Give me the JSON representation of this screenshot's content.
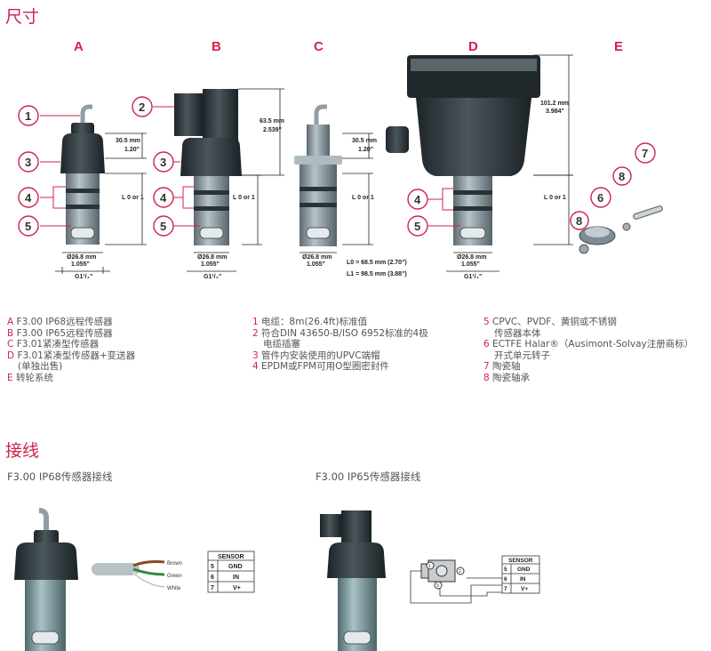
{
  "section1_title": "尺寸",
  "section2_title": "接线",
  "columns": [
    "A",
    "B",
    "C",
    "D",
    "E"
  ],
  "callouts": {
    "c1": "1",
    "c2": "2",
    "c3": "3",
    "c4": "4",
    "c5": "5",
    "c6": "6",
    "c7": "7",
    "c8": "8"
  },
  "dims": {
    "cable_h_mm": "30.5 mm",
    "cable_h_in": "1.20\"",
    "plug_h_mm": "63.5 mm",
    "plug_h_in": "2.539\"",
    "d_h_mm": "101.2 mm",
    "d_h_in": "3.984\"",
    "l_label": "L 0 or 1",
    "dia_mm": "Ø26.8 mm",
    "dia_in": "1.055\"",
    "thread": "G1¹/₄\"",
    "l0": "L0 = 68.5 mm (2.70\")",
    "l1": "L1 = 98.5 mm (3.88\")"
  },
  "legend_col1": [
    {
      "n": "A",
      "t": "F3.00 IP68远程传感器"
    },
    {
      "n": "B",
      "t": "F3.00 IP65远程传感器"
    },
    {
      "n": "C",
      "t": "F3.01紧凑型传感器"
    },
    {
      "n": "D",
      "t": "F3.01紧凑型传感器+变送器"
    },
    {
      "n": "",
      "t": "(单独出售)"
    },
    {
      "n": "E",
      "t": "转轮系统"
    }
  ],
  "legend_col2": [
    {
      "n": "1",
      "t": "电缆：8m(26.4ft)标准值"
    },
    {
      "n": "2",
      "t": "符合DIN 43650-B/ISO 6952标准的4极"
    },
    {
      "n": "",
      "t": "电缆插塞"
    },
    {
      "n": "3",
      "t": "管件内安装使用的UPVC端帽"
    },
    {
      "n": "4",
      "t": "EPDM或FPM可用O型圈密封件"
    }
  ],
  "legend_col3": [
    {
      "n": "5",
      "t": "CPVC、PVDF、黄铜或不锈钢"
    },
    {
      "n": "",
      "t": "传感器本体"
    },
    {
      "n": "6",
      "t": "ECTFE Halar®（Ausimont-Solvay注册商标）"
    },
    {
      "n": "",
      "t": "开式单元转子"
    },
    {
      "n": "7",
      "t": "陶瓷轴"
    },
    {
      "n": "8",
      "t": "陶瓷轴承"
    }
  ],
  "wiring_left_title": "F3.00 IP68传感器接线",
  "wiring_right_title": "F3.00 IP65传感器接线",
  "wires": {
    "brown": "Brown",
    "green": "Green",
    "white": "White"
  },
  "sensor_table": {
    "header": "SENSOR",
    "rows": [
      {
        "pin": "5",
        "label": "GND"
      },
      {
        "pin": "6",
        "label": "IN"
      },
      {
        "pin": "7",
        "label": "V+"
      }
    ]
  },
  "plug_pins": {
    "p1": "1",
    "p2": "2",
    "p3": "3"
  },
  "colors": {
    "accent": "#d0234a",
    "body": "#2e3a40",
    "probe": "#8a99a0"
  }
}
